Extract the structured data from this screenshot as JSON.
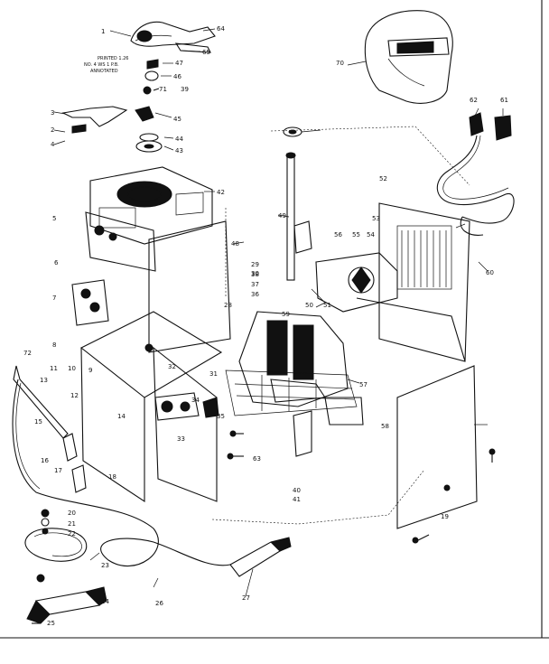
{
  "diagram": {
    "type": "exploded-parts-diagram",
    "note_lines": [
      "PRINTED 1.26",
      "NO. 4 WS 1 P.B.",
      "ANNOTATED"
    ],
    "callouts": [
      {
        "id": "c-1",
        "label": "1"
      },
      {
        "id": "c-64",
        "label": "64"
      },
      {
        "id": "c-65",
        "label": "65"
      },
      {
        "id": "c-47",
        "label": "47"
      },
      {
        "id": "c-46",
        "label": "46"
      },
      {
        "id": "c-71",
        "label": "71"
      },
      {
        "id": "c-39",
        "label": "39"
      },
      {
        "id": "c-45",
        "label": "45"
      },
      {
        "id": "c-44",
        "label": "44"
      },
      {
        "id": "c-43",
        "label": "43"
      },
      {
        "id": "c-42",
        "label": "42"
      },
      {
        "id": "c-3",
        "label": "3"
      },
      {
        "id": "c-2",
        "label": "2"
      },
      {
        "id": "c-4",
        "label": "4"
      },
      {
        "id": "c-5",
        "label": "5"
      },
      {
        "id": "c-6",
        "label": "6"
      },
      {
        "id": "c-7",
        "label": "7"
      },
      {
        "id": "c-8",
        "label": "8"
      },
      {
        "id": "c-9",
        "label": "9"
      },
      {
        "id": "c-10",
        "label": "10"
      },
      {
        "id": "c-11",
        "label": "11"
      },
      {
        "id": "c-12",
        "label": "12"
      },
      {
        "id": "c-13",
        "label": "13"
      },
      {
        "id": "c-14",
        "label": "14"
      },
      {
        "id": "c-15",
        "label": "15"
      },
      {
        "id": "c-16",
        "label": "16"
      },
      {
        "id": "c-17",
        "label": "17"
      },
      {
        "id": "c-18",
        "label": "18"
      },
      {
        "id": "c-19",
        "label": "19"
      },
      {
        "id": "c-20",
        "label": "20"
      },
      {
        "id": "c-21",
        "label": "21"
      },
      {
        "id": "c-22",
        "label": "22"
      },
      {
        "id": "c-23",
        "label": "23"
      },
      {
        "id": "c-24",
        "label": "24"
      },
      {
        "id": "c-25",
        "label": "25"
      },
      {
        "id": "c-26",
        "label": "26"
      },
      {
        "id": "c-27",
        "label": "27"
      },
      {
        "id": "c-28",
        "label": "28"
      },
      {
        "id": "c-29",
        "label": "29"
      },
      {
        "id": "c-30",
        "label": "30"
      },
      {
        "id": "c-31",
        "label": "31"
      },
      {
        "id": "c-32",
        "label": "32"
      },
      {
        "id": "c-33",
        "label": "33"
      },
      {
        "id": "c-34",
        "label": "34"
      },
      {
        "id": "c-35",
        "label": "35"
      },
      {
        "id": "c-36",
        "label": "36"
      },
      {
        "id": "c-37",
        "label": "37"
      },
      {
        "id": "c-38",
        "label": "38"
      },
      {
        "id": "c-40",
        "label": "40"
      },
      {
        "id": "c-41",
        "label": "41"
      },
      {
        "id": "c-48",
        "label": "48"
      },
      {
        "id": "c-49",
        "label": "49"
      },
      {
        "id": "c-50",
        "label": "50"
      },
      {
        "id": "c-51",
        "label": "51"
      },
      {
        "id": "c-52",
        "label": "52"
      },
      {
        "id": "c-53",
        "label": "53"
      },
      {
        "id": "c-54",
        "label": "54"
      },
      {
        "id": "c-55",
        "label": "55"
      },
      {
        "id": "c-56",
        "label": "56"
      },
      {
        "id": "c-57",
        "label": "57"
      },
      {
        "id": "c-58",
        "label": "58"
      },
      {
        "id": "c-59",
        "label": "59"
      },
      {
        "id": "c-60",
        "label": "60"
      },
      {
        "id": "c-61",
        "label": "61"
      },
      {
        "id": "c-62",
        "label": "62"
      },
      {
        "id": "c-63",
        "label": "63"
      },
      {
        "id": "c-70",
        "label": "70"
      },
      {
        "id": "c-72",
        "label": "72"
      }
    ]
  }
}
